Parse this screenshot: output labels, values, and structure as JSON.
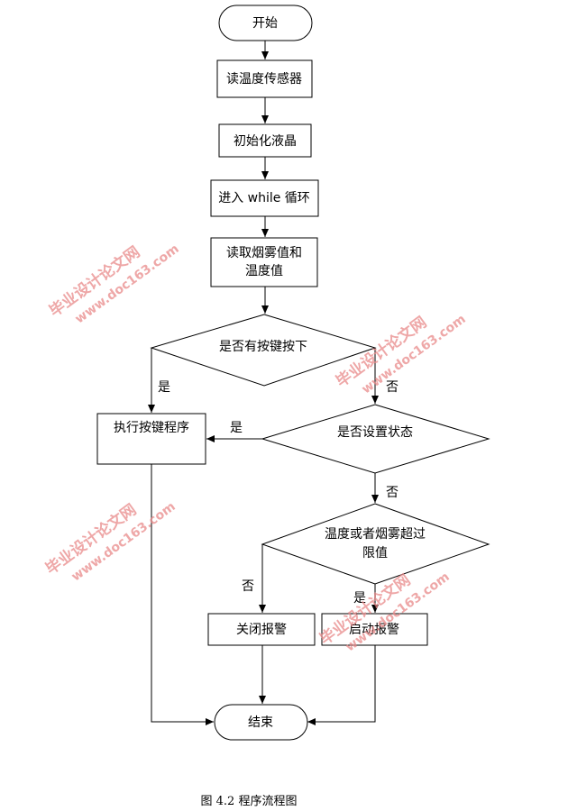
{
  "nodes": {
    "start": "开始",
    "read_temp": "读温度传感器",
    "init_lcd": "初始化液晶",
    "enter_loop": "进入 while 循环",
    "read_values_line1": "读取烟雾值和",
    "read_values_line2": "温度值",
    "key_pressed": "是否有按键按下",
    "run_key_prog": "执行按键程序",
    "setting_state": "是否设置状态",
    "over_limit_line1": "温度或者烟雾超过",
    "over_limit_line2": "限值",
    "alarm_off": "关闭报警",
    "alarm_on": "启动报警",
    "end": "结束"
  },
  "edge_labels": {
    "key_yes": "是",
    "key_no": "否",
    "setting_yes": "是",
    "setting_no": "否",
    "limit_no": "否",
    "limit_yes": "是"
  },
  "caption": "图 4.2 程序流程图",
  "watermark": {
    "line1": "毕业设计论文网",
    "line2": "www.doc163.com"
  }
}
